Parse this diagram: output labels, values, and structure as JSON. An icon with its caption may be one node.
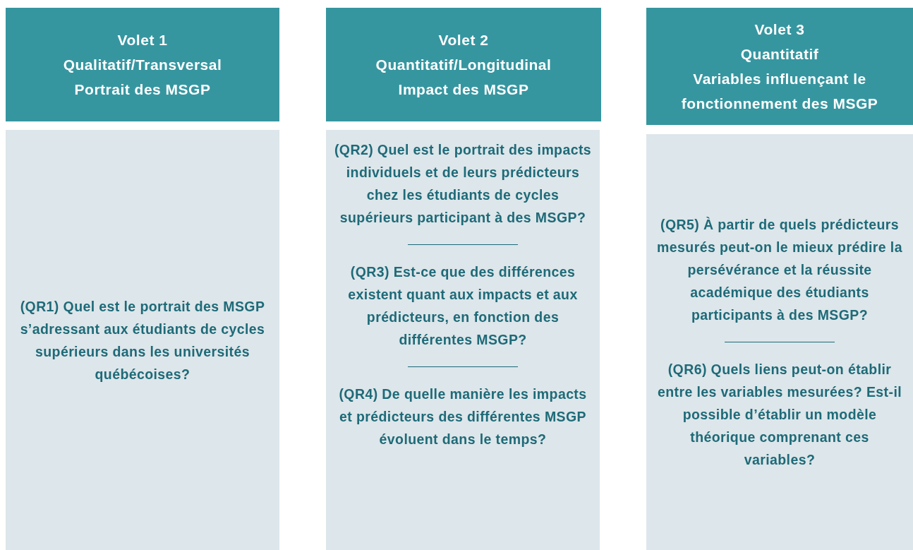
{
  "diagram": {
    "nodes": [
      {
        "text": [
          "Volet 1",
          "Qualitatif/Transversal",
          "Portrait des MSGP"
        ]
      },
      {
        "text": [
          "Volet 2",
          "Quantitatif/Longitudinal",
          "Impact des MSGP"
        ]
      },
      {
        "text": [
          "Volet 3",
          "Quantitatif",
          "Variables influençant le fonctionnement des MSGP"
        ]
      },
      {
        "text": [
          "(QR1) Quel est le portrait des MSGP s’adressant aux étudiants de cycles supérieurs dans les universités québécoises?"
        ]
      },
      {
        "text": [
          "(QR2) Quel est le portrait des impacts individuels et de leurs prédicteurs chez les étudiants de cycles supérieurs participant à des MSGP?",
          "(QR3) Est-ce que des différences existent quant aux impacts et aux prédicteurs, en fonction des différentes MSGP?",
          "(QR4) De quelle manière les impacts et prédicteurs des différentes MSGP évoluent dans le temps?"
        ]
      },
      {
        "text": [
          "(QR5) À partir de quels prédicteurs mesurés peut-on le mieux prédire la persévérance et la réussite académique des étudiants participants à des MSGP?",
          "(QR6) Quels liens peut-on établir entre les variables mesurées? Est-il possible d’établir un modèle théorique comprenant ces variables?"
        ]
      }
    ]
  }
}
